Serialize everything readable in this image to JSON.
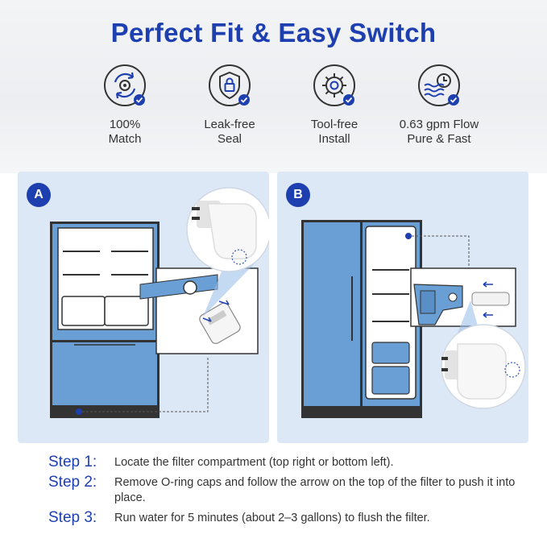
{
  "header": {
    "title": "Perfect Fit & Easy Switch"
  },
  "features": [
    {
      "icon": "gear-cycle-icon",
      "line1": "100%",
      "line2": "Match"
    },
    {
      "icon": "shield-lock-icon",
      "line1": "Leak-free",
      "line2": "Seal"
    },
    {
      "icon": "gear-icon",
      "line1": "Tool-free",
      "line2": "Install"
    },
    {
      "icon": "water-flow-clock-icon",
      "line1": "0.63 gpm Flow",
      "line2": "Pure & Fast"
    }
  ],
  "panels": [
    {
      "badge": "A"
    },
    {
      "badge": "B"
    }
  ],
  "steps": [
    {
      "label": "Step 1:",
      "text": "Locate the filter compartment (top right or bottom left)."
    },
    {
      "label": "Step 2:",
      "text": "Remove O-ring caps and follow the arrow on the top of the filter to push it into place."
    },
    {
      "label": "Step 3:",
      "text": "Run water for 5 minutes (about 2–3 gallons) to flush the filter."
    }
  ],
  "colors": {
    "accent": "#1d3fb0",
    "fridge": "#6a9fd6",
    "panel": "#dde8f6",
    "dark": "#333333"
  }
}
